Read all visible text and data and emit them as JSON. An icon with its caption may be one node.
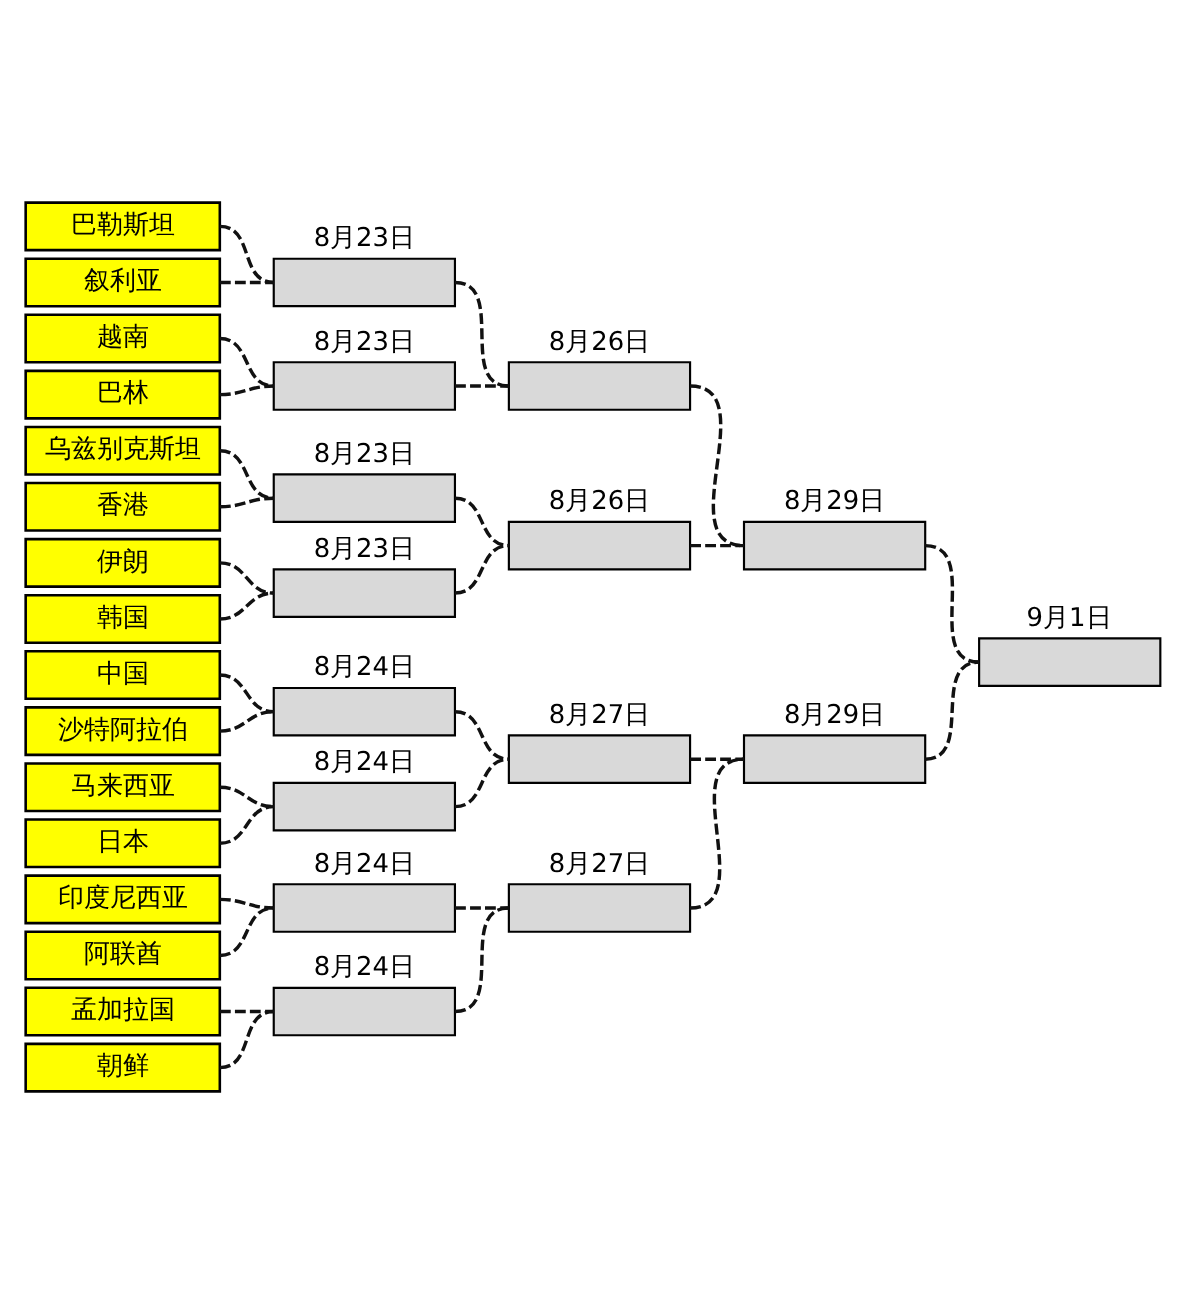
{
  "diagram": {
    "nodes": [
      {
        "text": [
          "巴勒斯坦"
        ]
      },
      {
        "text": [
          "叙利亚"
        ]
      },
      {
        "text": [
          "越南"
        ]
      },
      {
        "text": [
          "巴林"
        ]
      },
      {
        "text": [
          "乌兹别克斯坦"
        ]
      },
      {
        "text": [
          "香港"
        ]
      },
      {
        "text": [
          "伊朗"
        ]
      },
      {
        "text": [
          "韩国"
        ]
      },
      {
        "text": [
          "中国"
        ]
      },
      {
        "text": [
          "沙特阿拉伯"
        ]
      },
      {
        "text": [
          "马来西亚"
        ]
      },
      {
        "text": [
          "日本"
        ]
      },
      {
        "text": [
          "印度尼西亚"
        ]
      },
      {
        "text": [
          "阿联酋"
        ]
      },
      {
        "text": [
          "孟加拉国"
        ]
      },
      {
        "text": [
          "朝鲜"
        ]
      },
      {
        "text": [],
        "shape": "box",
        "beside": [
          "8月23日"
        ]
      },
      {
        "text": [],
        "shape": "box",
        "beside": [
          "8月23日"
        ]
      },
      {
        "text": [],
        "shape": "box",
        "beside": [
          "8月23日"
        ]
      },
      {
        "text": [],
        "shape": "box",
        "beside": [
          "8月23日"
        ]
      },
      {
        "text": [],
        "shape": "box",
        "beside": [
          "8月24日"
        ]
      },
      {
        "text": [],
        "shape": "box",
        "beside": [
          "8月24日"
        ]
      },
      {
        "text": [],
        "shape": "box",
        "beside": [
          "8月24日"
        ]
      },
      {
        "text": [],
        "shape": "box",
        "beside": [
          "8月24日"
        ]
      },
      {
        "text": [],
        "shape": "box",
        "beside": [
          "8月26日"
        ]
      },
      {
        "text": [],
        "shape": "box",
        "beside": [
          "8月26日"
        ]
      },
      {
        "text": [],
        "shape": "box",
        "beside": [
          "8月27日"
        ]
      },
      {
        "text": [],
        "shape": "box",
        "beside": [
          "8月27日"
        ]
      },
      {
        "text": [],
        "shape": "box",
        "beside": [
          "8月29日"
        ]
      },
      {
        "text": [],
        "shape": "box",
        "beside": [
          "8月29日"
        ]
      },
      {
        "text": [],
        "shape": "box",
        "beside": [
          "9月1日"
        ]
      }
    ],
    "edges": [
      {
        "from": 0,
        "to": 16,
        "arrow": "none",
        "style": "dashed"
      },
      {
        "from": 1,
        "to": 16,
        "arrow": "none",
        "style": "dashed"
      },
      {
        "from": 2,
        "to": 17,
        "arrow": "none",
        "style": "dashed"
      },
      {
        "from": 3,
        "to": 17,
        "arrow": "none",
        "style": "dashed"
      },
      {
        "from": 4,
        "to": 18,
        "arrow": "none",
        "style": "dashed"
      },
      {
        "from": 5,
        "to": 18,
        "arrow": "none",
        "style": "dashed"
      },
      {
        "from": 6,
        "to": 19,
        "arrow": "none",
        "style": "dashed"
      },
      {
        "from": 7,
        "to": 19,
        "arrow": "none",
        "style": "dashed"
      },
      {
        "from": 8,
        "to": 20,
        "arrow": "none",
        "style": "dashed"
      },
      {
        "from": 9,
        "to": 20,
        "arrow": "none",
        "style": "dashed"
      },
      {
        "from": 10,
        "to": 21,
        "arrow": "none",
        "style": "dashed"
      },
      {
        "from": 11,
        "to": 21,
        "arrow": "none",
        "style": "dashed"
      },
      {
        "from": 12,
        "to": 22,
        "arrow": "none",
        "style": "dashed"
      },
      {
        "from": 13,
        "to": 22,
        "arrow": "none",
        "style": "dashed"
      },
      {
        "from": 14,
        "to": 23,
        "arrow": "none",
        "style": "dashed"
      },
      {
        "from": 15,
        "to": 23,
        "arrow": "none",
        "style": "dashed"
      },
      {
        "from": 16,
        "to": 24,
        "arrow": "none",
        "style": "dashed"
      },
      {
        "from": 17,
        "to": 24,
        "arrow": "none",
        "style": "dashed"
      },
      {
        "from": 18,
        "to": 25,
        "arrow": "none",
        "style": "dashed"
      },
      {
        "from": 19,
        "to": 25,
        "arrow": "none",
        "style": "dashed"
      },
      {
        "from": 20,
        "to": 26,
        "arrow": "none",
        "style": "dashed"
      },
      {
        "from": 21,
        "to": 26,
        "arrow": "none",
        "style": "dashed"
      },
      {
        "from": 22,
        "to": 27,
        "arrow": "none",
        "style": "dashed"
      },
      {
        "from": 23,
        "to": 27,
        "arrow": "none",
        "style": "dashed"
      },
      {
        "from": 24,
        "to": 28,
        "arrow": "none",
        "style": "dashed"
      },
      {
        "from": 25,
        "to": 28,
        "arrow": "none",
        "style": "dashed"
      },
      {
        "from": 26,
        "to": 29,
        "arrow": "none",
        "style": "dashed"
      },
      {
        "from": 27,
        "to": 29,
        "arrow": "none",
        "style": "dashed"
      },
      {
        "from": 28,
        "to": 30,
        "arrow": "none",
        "style": "dashed"
      },
      {
        "from": 29,
        "to": 30,
        "arrow": "none",
        "style": "dashed"
      }
    ]
  }
}
